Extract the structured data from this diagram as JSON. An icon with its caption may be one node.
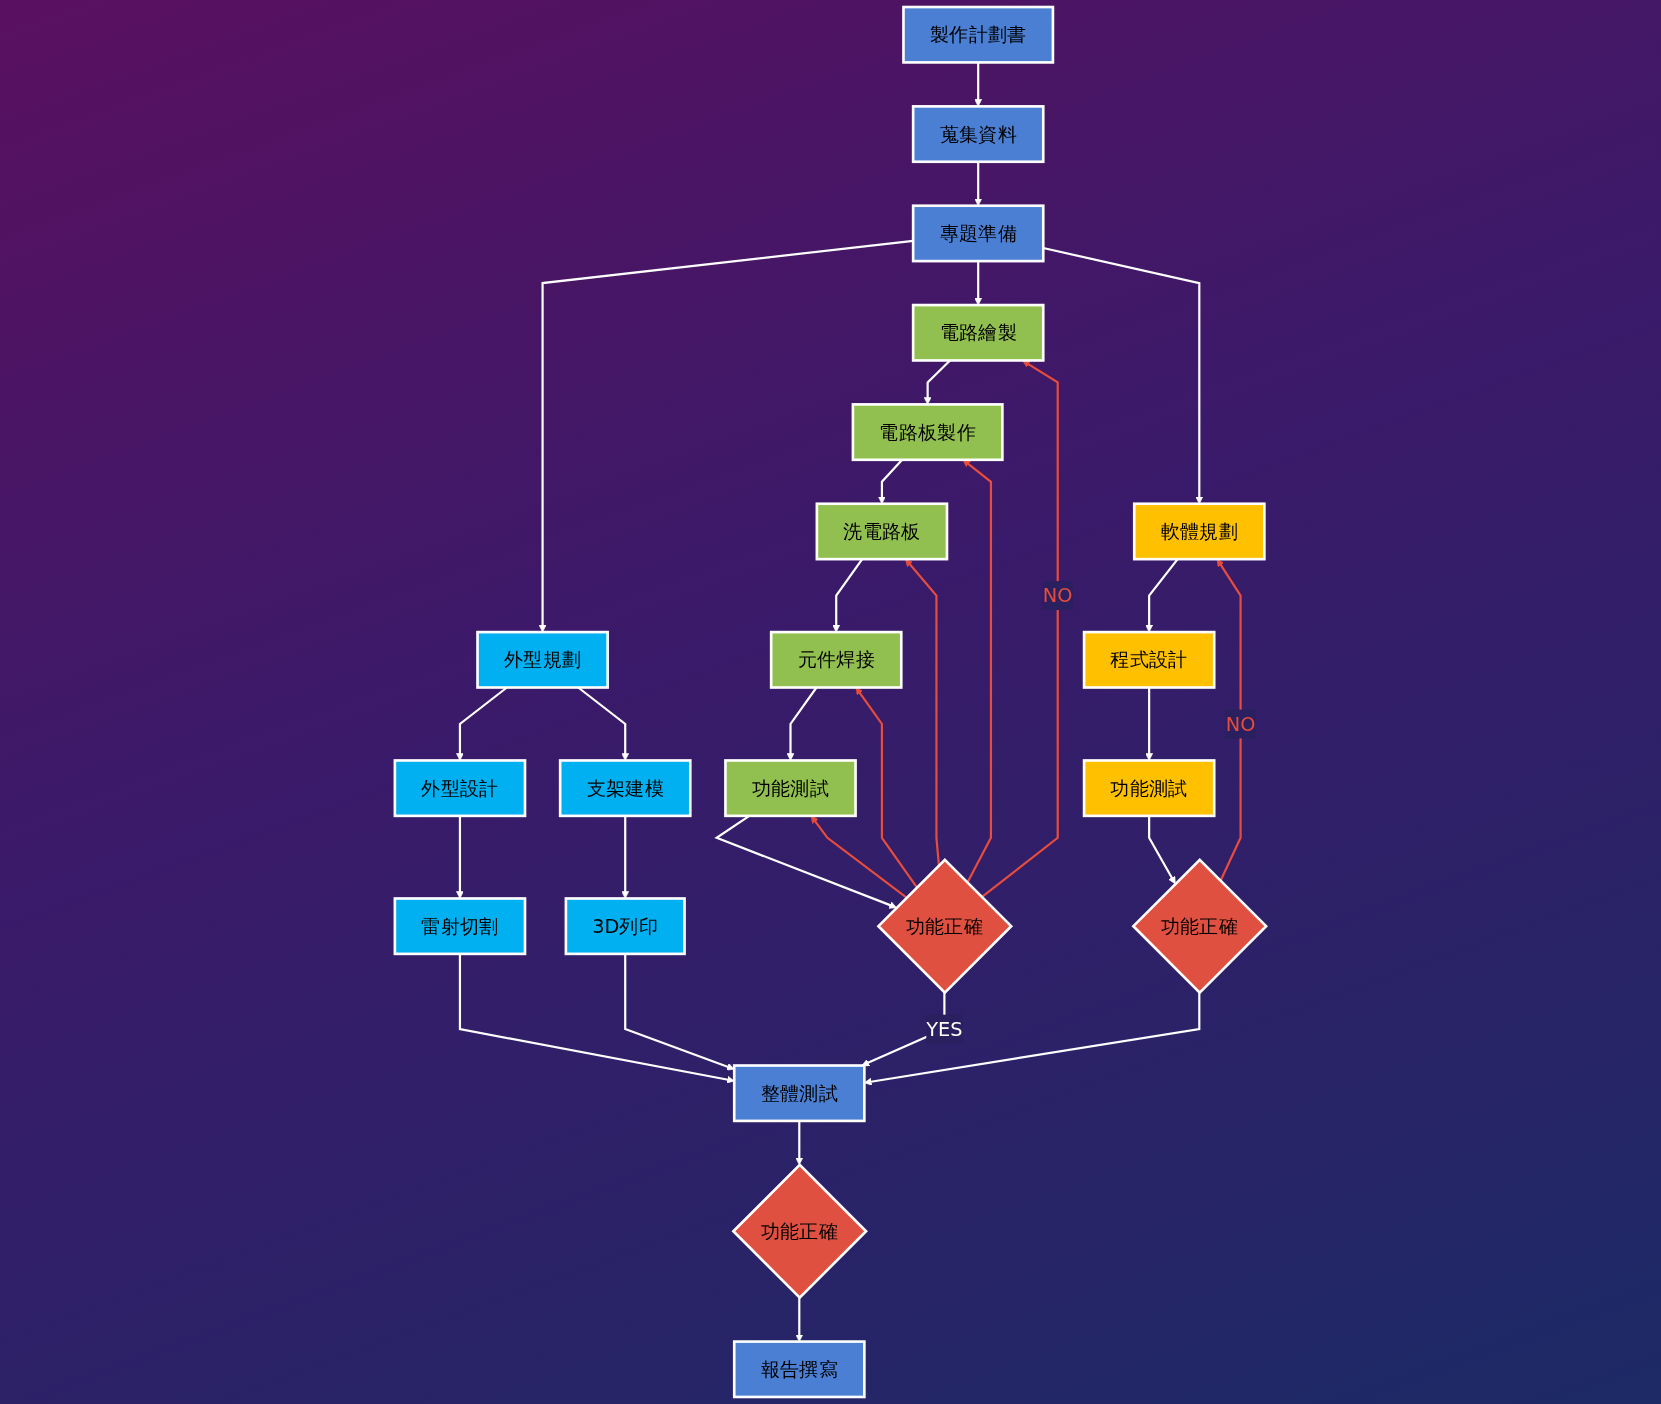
{
  "diagram": {
    "nodes": [
      {
        "text": [
          "製作計劃書"
        ]
      },
      {
        "text": [
          "蒐集資料"
        ]
      },
      {
        "text": [
          "專題準備"
        ]
      },
      {
        "text": [
          "外型規劃"
        ]
      },
      {
        "text": [
          "電路繪製"
        ]
      },
      {
        "text": [
          "軟體規劃"
        ]
      },
      {
        "text": [
          "外型設計"
        ]
      },
      {
        "text": [
          "支架建模"
        ]
      },
      {
        "text": [
          "電路板製作"
        ]
      },
      {
        "text": [
          "程式設計"
        ]
      },
      {
        "text": [
          "洗電路板"
        ]
      },
      {
        "text": [
          "雷射切割"
        ]
      },
      {
        "text": [
          "3D列印"
        ]
      },
      {
        "text": [
          "元件焊接"
        ]
      },
      {
        "text": [
          "功能測試"
        ]
      },
      {
        "text": [
          "功能測試"
        ]
      },
      {
        "text": [
          "功能正確"
        ]
      },
      {
        "text": [
          "功能正確"
        ]
      },
      {
        "text": [
          "整體測試"
        ]
      },
      {
        "text": [
          "功能正確"
        ]
      },
      {
        "text": [
          "報告撰寫"
        ]
      }
    ],
    "edges": [
      {
        "from": 0,
        "to": 1,
        "arrow": "to"
      },
      {
        "from": 1,
        "to": 2,
        "arrow": "to"
      },
      {
        "from": 2,
        "to": 3,
        "arrow": "to"
      },
      {
        "from": 2,
        "to": 4,
        "arrow": "to"
      },
      {
        "from": 2,
        "to": 5,
        "arrow": "to"
      },
      {
        "from": 3,
        "to": 6,
        "arrow": "to"
      },
      {
        "from": 3,
        "to": 7,
        "arrow": "to"
      },
      {
        "from": 6,
        "to": 11,
        "arrow": "to"
      },
      {
        "from": 7,
        "to": 12,
        "arrow": "to"
      },
      {
        "from": 4,
        "to": 8,
        "arrow": "to"
      },
      {
        "from": 8,
        "to": 10,
        "arrow": "to"
      },
      {
        "from": 10,
        "to": 13,
        "arrow": "to"
      },
      {
        "from": 13,
        "to": 15,
        "arrow": "to"
      },
      {
        "from": 15,
        "to": 17,
        "arrow": "to"
      },
      {
        "from": 17,
        "to": 18,
        "arrow": "to",
        "label": "YES"
      },
      {
        "from": 17,
        "to": 4,
        "arrow": "to",
        "label": "NO",
        "color": "#e74c3c"
      },
      {
        "from": 17,
        "to": 8,
        "arrow": "to",
        "color": "#e74c3c"
      },
      {
        "from": 17,
        "to": 10,
        "arrow": "to",
        "color": "#e74c3c"
      },
      {
        "from": 17,
        "to": 13,
        "arrow": "to",
        "color": "#e74c3c"
      },
      {
        "from": 17,
        "to": 15,
        "arrow": "to",
        "color": "#e74c3c"
      },
      {
        "from": 5,
        "to": 9,
        "arrow": "to"
      },
      {
        "from": 9,
        "to": 14,
        "arrow": "to"
      },
      {
        "from": 14,
        "to": 16,
        "arrow": "to"
      },
      {
        "from": 16,
        "to": 5,
        "arrow": "to",
        "label": "NO",
        "color": "#e74c3c"
      },
      {
        "from": 16,
        "to": 18,
        "arrow": "to"
      },
      {
        "from": 11,
        "to": 18,
        "arrow": "to"
      },
      {
        "from": 12,
        "to": 18,
        "arrow": "to"
      },
      {
        "from": 18,
        "to": 19,
        "arrow": "to"
      },
      {
        "from": 19,
        "to": 20,
        "arrow": "to"
      }
    ]
  }
}
